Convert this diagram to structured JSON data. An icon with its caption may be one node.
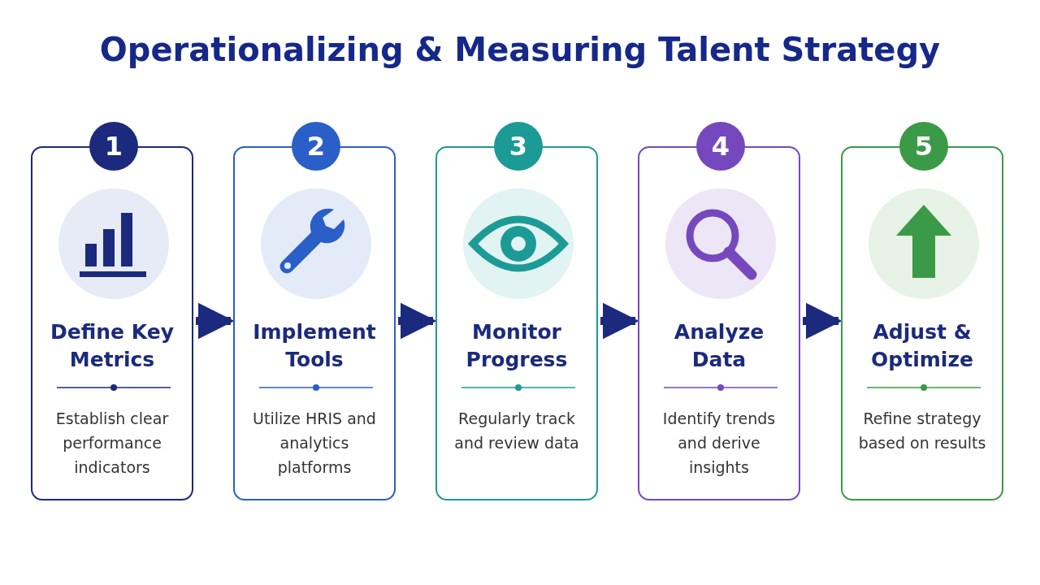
{
  "diagram": {
    "title": "Operationalizing & Measuring Talent Strategy",
    "nodes": [
      {
        "text": [
          "1",
          "Define Key Metrics",
          "Establish clear performance indicators"
        ]
      },
      {
        "text": [
          "2",
          "Implement Tools",
          "Utilize HRIS and analytics platforms"
        ]
      },
      {
        "text": [
          "3",
          "Monitor Progress",
          "Regularly track and review data"
        ]
      },
      {
        "text": [
          "4",
          "Analyze Data",
          "Identify trends and derive insights"
        ]
      },
      {
        "text": [
          "5",
          "Adjust & Optimize",
          "Refine strategy based on results"
        ]
      }
    ],
    "edges": [
      {
        "from": 0,
        "to": 1,
        "arrow": "to"
      },
      {
        "from": 1,
        "to": 2,
        "arrow": "to"
      },
      {
        "from": 2,
        "to": 3,
        "arrow": "to"
      },
      {
        "from": 3,
        "to": 4,
        "arrow": "to"
      }
    ]
  }
}
